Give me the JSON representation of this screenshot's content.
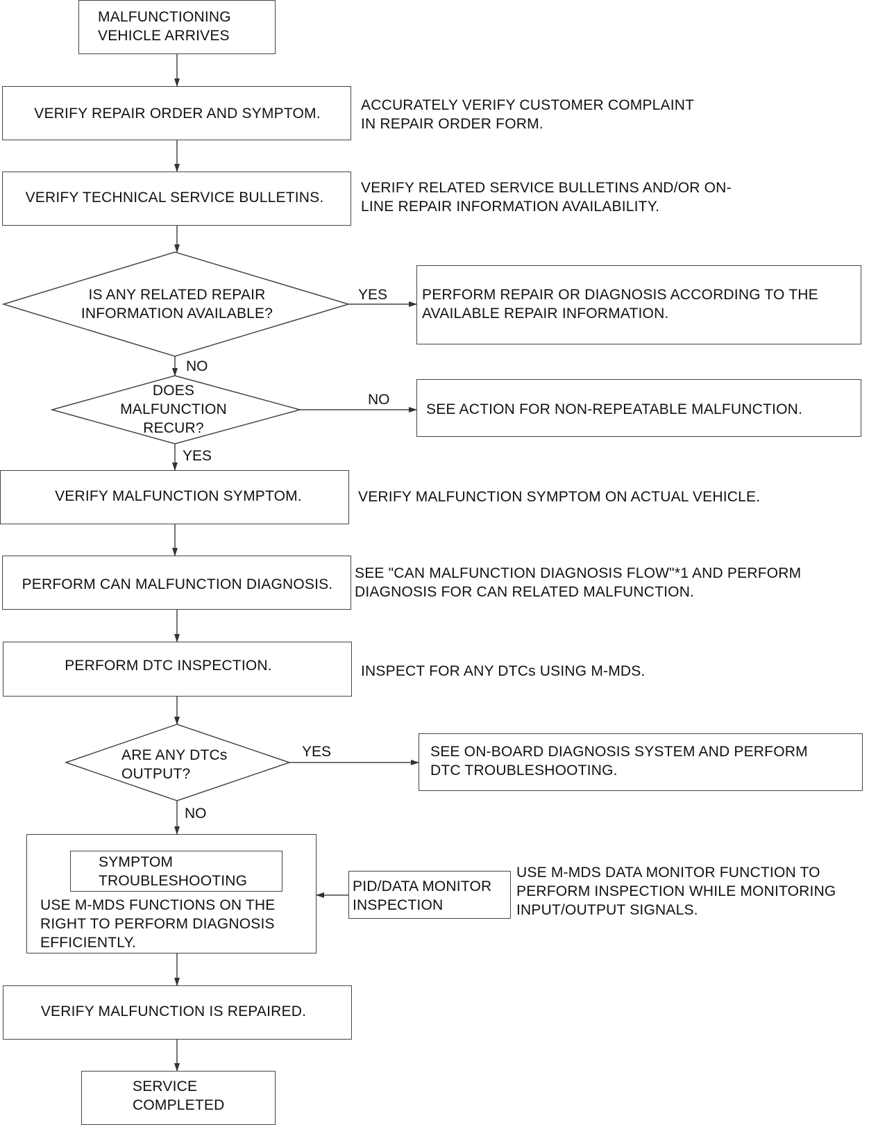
{
  "steps": {
    "arrive": "MALFUNCTIONING\nVEHICLE ARRIVES",
    "verify_ro": "VERIFY REPAIR ORDER AND SYMPTOM.",
    "verify_tsb": "VERIFY TECHNICAL SERVICE BULLETINS.",
    "decision_info": "IS ANY RELATED REPAIR\nINFORMATION AVAILABLE?",
    "perform_repair": "PERFORM REPAIR OR DIAGNOSIS ACCORDING TO THE\nAVAILABLE REPAIR INFORMATION.",
    "decision_recur": "DOES\nMALFUNCTION\nRECUR?",
    "non_repeatable": "SEE ACTION FOR NON-REPEATABLE MALFUNCTION.",
    "verify_symptom": "VERIFY MALFUNCTION SYMPTOM.",
    "can_diag": "PERFORM CAN MALFUNCTION DIAGNOSIS.",
    "dtc_inspection": "PERFORM DTC INSPECTION.",
    "decision_dtc": "ARE ANY DTCs\nOUTPUT?",
    "dtc_troubleshoot": "SEE ON-BOARD DIAGNOSIS SYSTEM AND PERFORM\nDTC TROUBLESHOOTING.",
    "symptom_title": "SYMPTOM\nTROUBLESHOOTING",
    "symptom_body": "USE M-MDS FUNCTIONS ON THE\nRIGHT TO PERFORM DIAGNOSIS\nEFFICIENTLY.",
    "pid_monitor": "PID/DATA MONITOR\nINSPECTION",
    "verify_repaired": "VERIFY MALFUNCTION IS REPAIRED.",
    "completed": "SERVICE\nCOMPLETED"
  },
  "notes": {
    "verify_ro": "ACCURATELY VERIFY CUSTOMER COMPLAINT\nIN REPAIR ORDER FORM.",
    "verify_tsb": "VERIFY RELATED SERVICE BULLETINS AND/OR ON-\nLINE REPAIR INFORMATION AVAILABILITY.",
    "verify_symptom": "VERIFY MALFUNCTION SYMPTOM ON ACTUAL VEHICLE.",
    "can_diag": "SEE \"CAN MALFUNCTION DIAGNOSIS FLOW\"*1 AND PERFORM\nDIAGNOSIS FOR CAN RELATED MALFUNCTION.",
    "dtc_inspection": "INSPECT FOR ANY DTCs USING M-MDS.",
    "pid_monitor": "USE M-MDS DATA MONITOR FUNCTION TO\nPERFORM INSPECTION WHILE MONITORING\nINPUT/OUTPUT SIGNALS."
  },
  "labels": {
    "yes_info": "YES",
    "no_info": "NO",
    "no_recur": "NO",
    "yes_recur": "YES",
    "yes_dtc": "YES",
    "no_dtc": "NO"
  }
}
